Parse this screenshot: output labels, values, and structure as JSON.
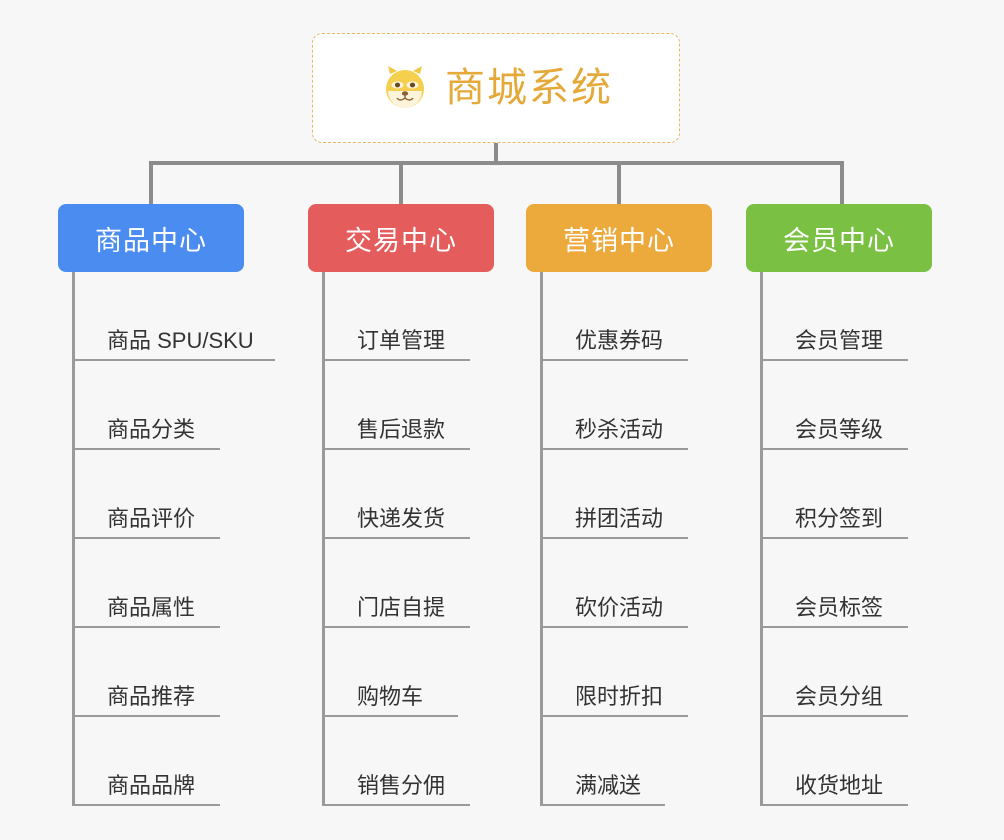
{
  "root": {
    "title": "商城系统",
    "icon": "dog-face-emoji",
    "text_color": "#e5a93a",
    "border_color": "#e9b860"
  },
  "connector_color": "#8c8c8c",
  "background_color": "#f7f7f7",
  "columns": [
    {
      "label": "商品中心",
      "color": "#4a8cf0",
      "items": [
        "商品 SPU/SKU",
        "商品分类",
        "商品评价",
        "商品属性",
        "商品推荐",
        "商品品牌"
      ]
    },
    {
      "label": "交易中心",
      "color": "#e55c5c",
      "items": [
        "订单管理",
        "售后退款",
        "快递发货",
        "门店自提",
        "购物车",
        "销售分佣"
      ]
    },
    {
      "label": "营销中心",
      "color": "#eca93c",
      "items": [
        "优惠券码",
        "秒杀活动",
        "拼团活动",
        "砍价活动",
        "限时折扣",
        "满减送"
      ]
    },
    {
      "label": "会员中心",
      "color": "#7ac143",
      "items": [
        "会员管理",
        "会员等级",
        "积分签到",
        "会员标签",
        "会员分组",
        "收货地址"
      ]
    }
  ]
}
